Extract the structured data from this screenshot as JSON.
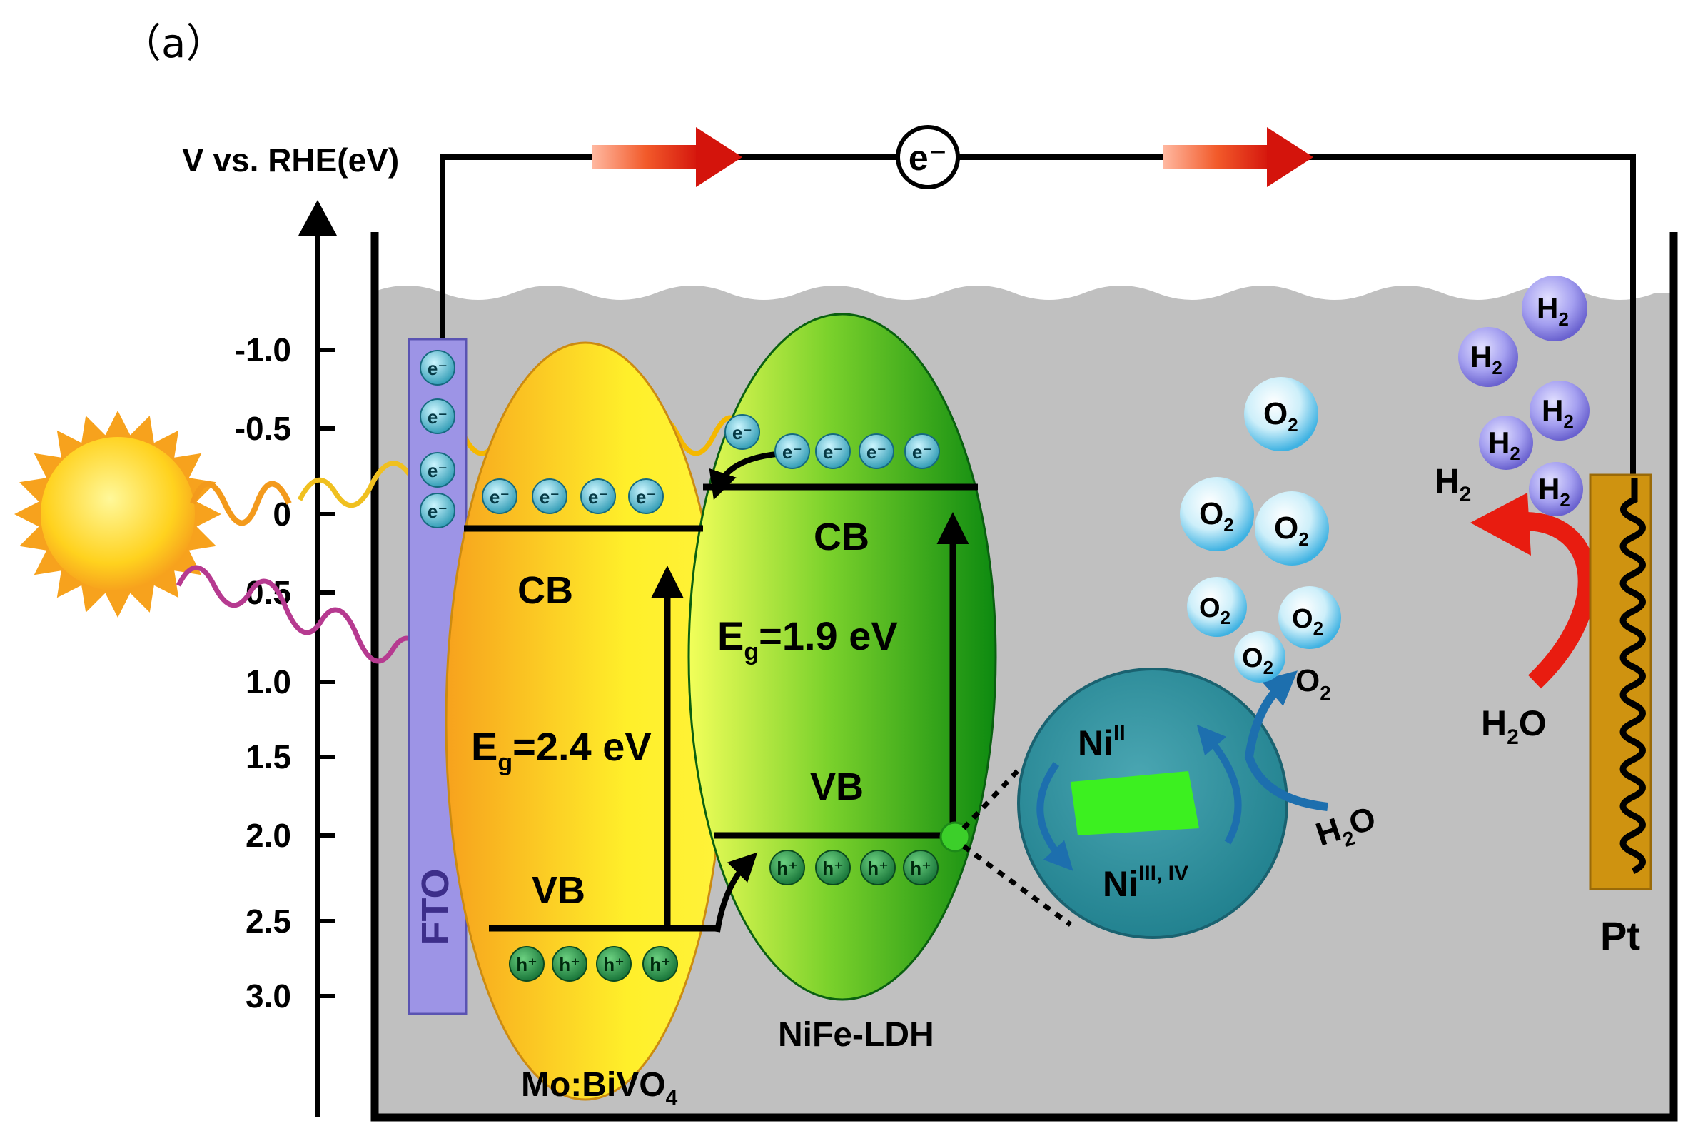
{
  "panel_label": "（a）",
  "axis": {
    "label": "V vs. RHE(eV)",
    "ticks": [
      "-1.0",
      "-0.5",
      "0",
      "0.5",
      "1.0",
      "1.5",
      "2.0",
      "2.5",
      "3.0"
    ]
  },
  "circuit": {
    "electron_label": "e⁻"
  },
  "fto": {
    "label": "FTO"
  },
  "bivo4": {
    "cb_label": "CB",
    "vb_label": "VB",
    "eg_prefix": "E",
    "eg_sub": "g",
    "eg_value": "=2.4 eV",
    "name_main": "Mo:BiVO",
    "name_sub": "4"
  },
  "ldh": {
    "cb_label": "CB",
    "vb_label": "VB",
    "eg_prefix": "E",
    "eg_sub": "g",
    "eg_value": "=1.9 eV",
    "name": "NiFe-LDH"
  },
  "carriers": {
    "electron": "e⁻",
    "hole": "h⁺"
  },
  "catalyst": {
    "ni2_main": "Ni",
    "ni2_sup": "II",
    "ni34_main": "Ni",
    "ni34_sup": "III, IV",
    "water_main": "H",
    "water_sub": "2",
    "water_end": "O"
  },
  "oxygen": {
    "main": "O",
    "sub": "2"
  },
  "hydrogen": {
    "main": "H",
    "sub": "2"
  },
  "cathode": {
    "water_main": "H",
    "water_sub": "2",
    "water_end": "O",
    "product_main": "H",
    "product_sub": "2",
    "label": "Pt"
  },
  "colors": {
    "electrolyte": "#c0c0c0",
    "fto": "#9d94e6",
    "bivo4_edge": "#f5a623",
    "bivo4_center": "#ffef2a",
    "ldh_edge": "#0f8a12",
    "ldh_center": "#e4ff4e",
    "pt": "#cf9310",
    "arrow_red": "#e81c10",
    "catalyst": "#2a8a98"
  }
}
